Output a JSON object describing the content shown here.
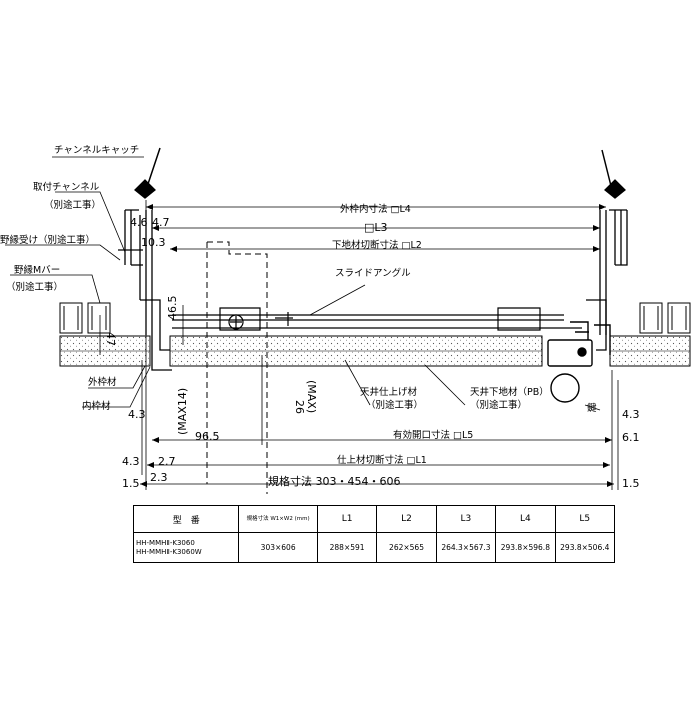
{
  "labels": {
    "channel_catch": "チャンネルキャッチ",
    "mount_channel": "取付チャンネル",
    "mount_channel_sep": "（別途工事）",
    "nobuchi_uke": "野縁受け（別途工事）",
    "nobuchi_m_bar": "野縁Mバー",
    "nobuchi_m_bar_sep": "（別途工事）",
    "outer_frame": "外枠材",
    "inner_frame": "内枠材",
    "outer_frame_inner_dim": "外枠内寸法 □L4",
    "l3": "□L3",
    "base_cut_dim": "下地材切断寸法 □L2",
    "slide_angle": "スライドアングル",
    "ceiling_finish": "天井仕上げ材",
    "ceiling_finish_sep": "（別途工事）",
    "ceiling_base": "天井下地材（PB）",
    "ceiling_base_sep": "（別途工事）",
    "key": "鍵",
    "effective_opening": "有効開口寸法 □L5",
    "finish_cut_dim": "仕上材切断寸法 □L1",
    "standard_dim": "規格寸法 303・454・606"
  },
  "dims": {
    "d4_6": "4.6",
    "d4_7": "4.7",
    "d10_3": "10.3",
    "d47": "47",
    "d46_5": "46.5",
    "max14": "(MAX14)",
    "d26": "26",
    "max": "(MAX)",
    "d4_3_left": "4.3",
    "d96_5": "96.5",
    "d4_3_bottom": "4.3",
    "d2_7": "2.7",
    "d1_5_left": "1.5",
    "d2_3": "2.3",
    "d4_3_right": "4.3",
    "d6_1": "6.1",
    "d1_5_right": "1.5"
  },
  "table": {
    "headers": {
      "model": "型　番",
      "size": "規格寸法 W1×W2 (mm)",
      "l1": "L1",
      "l2": "L2",
      "l3": "L3",
      "l4": "L4",
      "l5": "L5"
    },
    "row": {
      "model_1": "HH-MMHⅡ-K3060",
      "model_2": "HH-MMHⅡ-K3060W",
      "size": "303×606",
      "l1": "288×591",
      "l2": "262×565",
      "l3": "264.3×567.3",
      "l4": "293.8×596.8",
      "l5": "293.8×506.4"
    }
  }
}
